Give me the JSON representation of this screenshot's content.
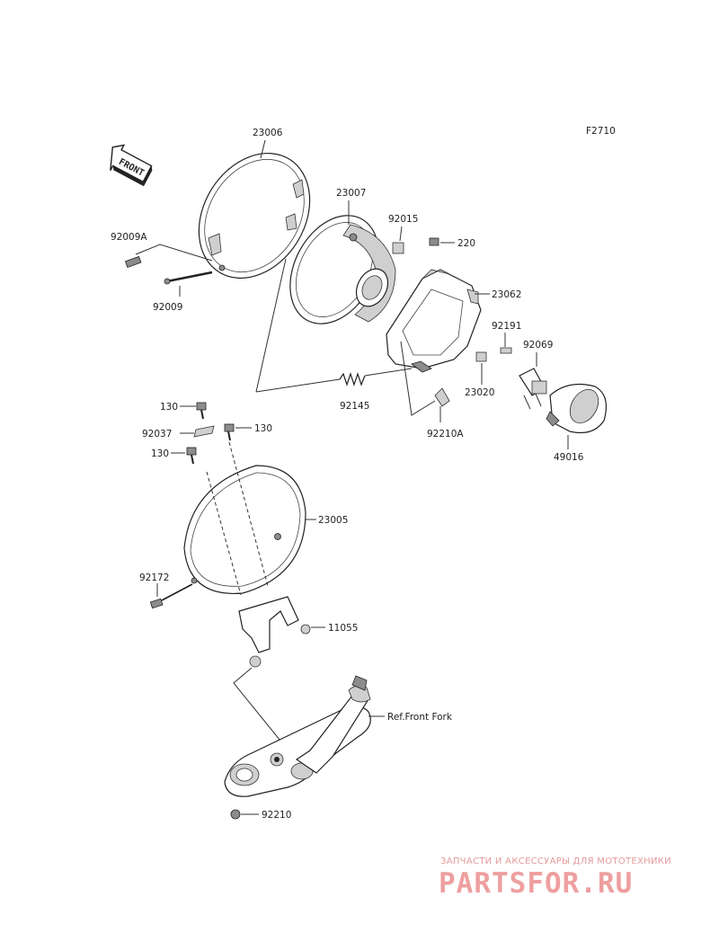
{
  "diagram": {
    "code": "F2710",
    "front_label": "FRONT",
    "parts": {
      "p23006": "23006",
      "p23007": "23007",
      "p92015": "92015",
      "p220": "220",
      "p92009A": "92009A",
      "p92009": "92009",
      "p23062": "23062",
      "p92191": "92191",
      "p92069": "92069",
      "p23020": "23020",
      "p92145": "92145",
      "p92210A": "92210A",
      "p49016": "49016",
      "p130a": "130",
      "p92037": "92037",
      "p130b": "130",
      "p130c": "130",
      "p23005": "23005",
      "p92172": "92172",
      "p11055": "11055",
      "pFork": "Ref.Front Fork",
      "p92210": "92210"
    }
  },
  "watermark": {
    "tagline": "ЗАПЧАСТИ И АКСЕССУАРЫ ДЛЯ МОТОТЕХНИКИ",
    "logo": "PARTSFOR.RU"
  }
}
